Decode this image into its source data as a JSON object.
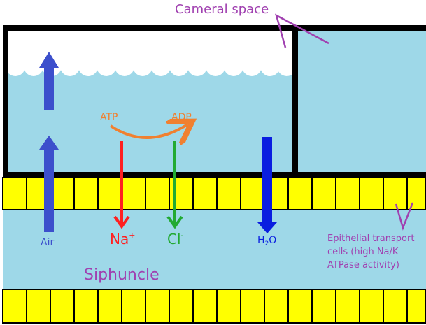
{
  "labels": {
    "cameral_space": "Cameral space",
    "atp": "ATP",
    "adp": "ADP",
    "air": "Air",
    "na": "Na",
    "na_sup": "+",
    "cl": "Cl",
    "cl_sup": "-",
    "h2o_h": "H",
    "h2o_2": "2",
    "h2o_o": "O",
    "siphuncle": "Siphuncle",
    "epithelial_1": "Epithelial transport",
    "epithelial_2": "cells (high Na/K",
    "epithelial_3": "ATPase activity)"
  },
  "colors": {
    "water": "#9ed8e8",
    "cells": "#ffff00",
    "wall": "#000000",
    "label_purple": "#a040b0",
    "air_arrow": "#3c4fcc",
    "na_arrow": "#ff2020",
    "cl_arrow": "#22aa33",
    "h2o_arrow": "#0a1ee0",
    "atp_orange": "#f08030"
  }
}
